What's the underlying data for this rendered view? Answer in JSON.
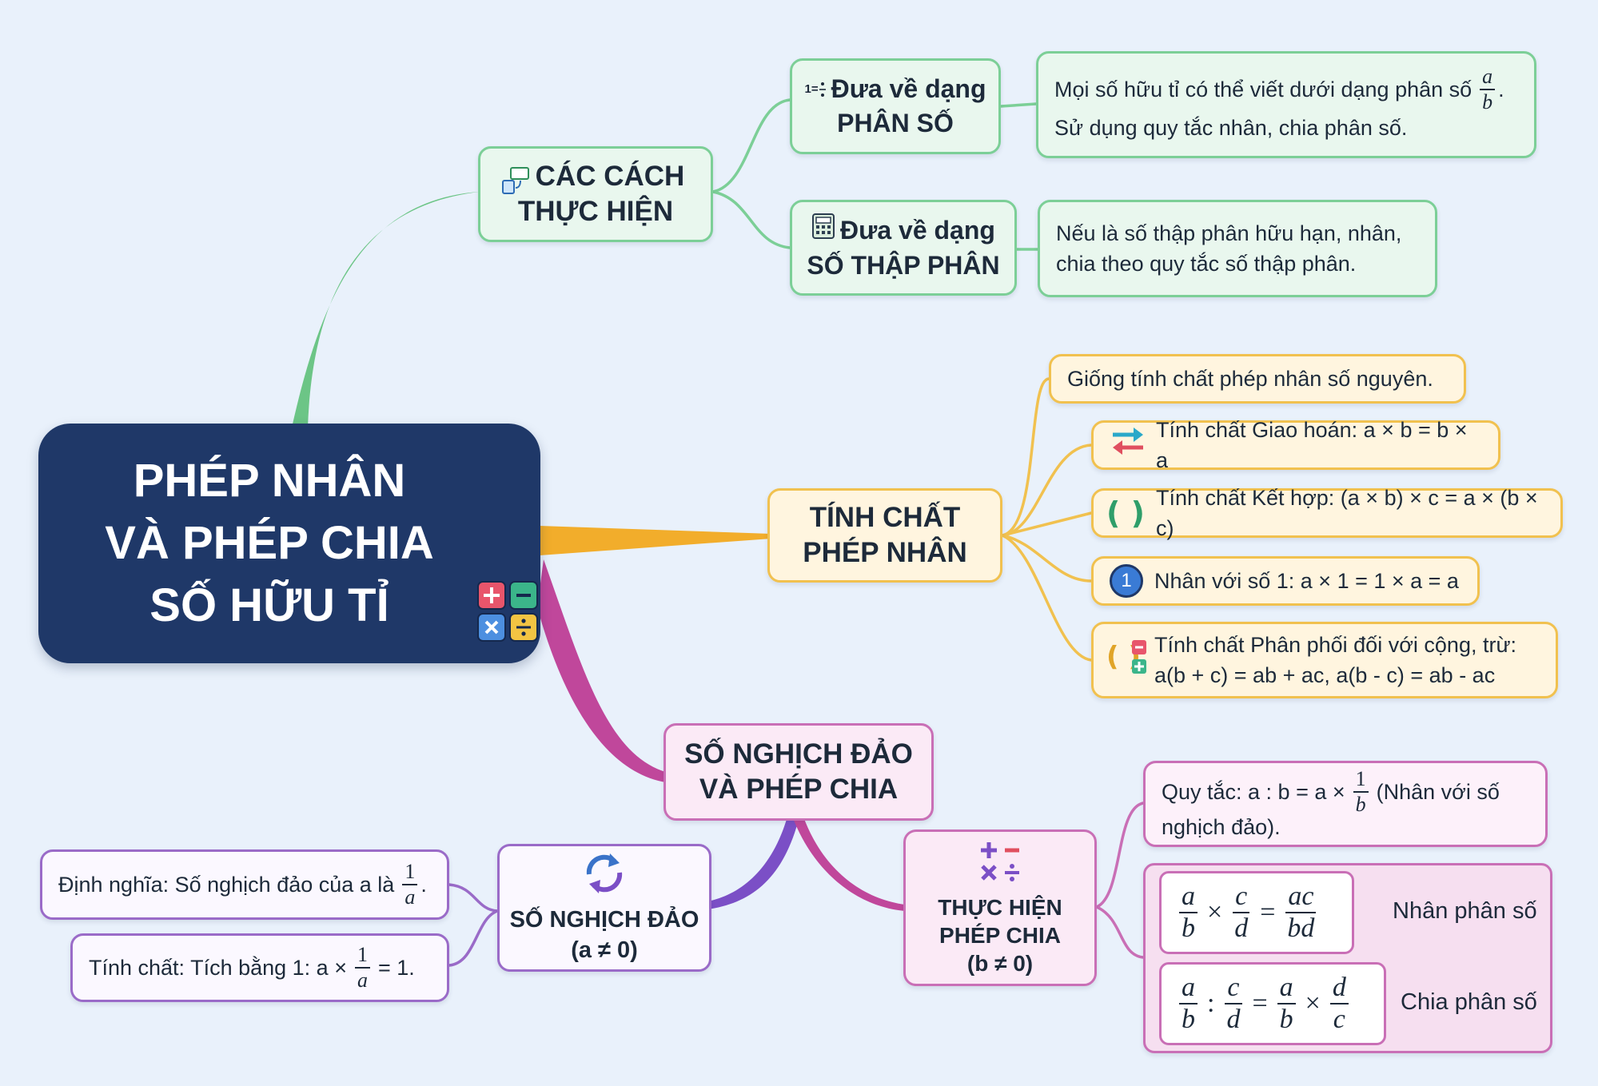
{
  "colors": {
    "background": "#e9f1fb",
    "title_bg": "#1f3868",
    "branch_green": "#6cc586",
    "branch_orange": "#f2ad2b",
    "branch_magenta": "#c0479b",
    "branch_violet": "#7b4fc6"
  },
  "title": {
    "lines": [
      "PHÉP NHÂN",
      "VÀ PHÉP CHIA",
      "SỐ HỮU TỈ"
    ],
    "icon": "calculator-operations-icon"
  },
  "methods": {
    "hub": [
      "CÁC CÁCH",
      "THỰC HIỆN"
    ],
    "hub_icon": "conversion-icon",
    "fraction": {
      "title": [
        "Đưa về dạng",
        "PHÂN SỐ"
      ],
      "icon": "fraction-icon",
      "icon_text": "1=",
      "desc_line1": "Mọi số hữu tỉ có thể viết dưới dạng phân số",
      "desc_frac_num": "a",
      "desc_frac_den": "b",
      "desc_line1_end": ".",
      "desc_line2": "Sử dụng quy tắc nhân, chia phân số."
    },
    "decimal": {
      "title": [
        "Đưa về dạng",
        "SỐ THẬP PHÂN"
      ],
      "icon": "calculator-icon",
      "desc": [
        "Nếu là số thập phân hữu hạn, nhân,",
        "chia theo quy tắc số thập phân."
      ]
    }
  },
  "properties": {
    "hub": [
      "TÍNH CHẤT",
      "PHÉP NHÂN"
    ],
    "items": [
      {
        "icon": "",
        "text": "Giống tính chất phép nhân số nguyên."
      },
      {
        "icon": "swap-arrows-icon",
        "text": "Tính chất Giao hoán: a × b = b × a"
      },
      {
        "icon": "parentheses-icon",
        "text": "Tính chất Kết hợp: (a × b) × c = a × (b × c)"
      },
      {
        "icon": "number-one-icon",
        "icon_text": "1",
        "text": "Nhân với số 1: a × 1 = 1 × a = a"
      },
      {
        "icon": "distributive-icon",
        "text": "Tính chất Phân phối đối với cộng, trừ:",
        "text2": "a(b + c) = ab + ac, a(b - c) = ab - ac"
      }
    ]
  },
  "inverse": {
    "hub": [
      "SỐ NGHỊCH ĐẢO",
      "VÀ PHÉP CHIA"
    ],
    "reciprocal": {
      "title": [
        "SỐ NGHỊCH ĐẢO",
        "(a ≠ 0)"
      ],
      "icon": "cycle-arrows-icon",
      "definition": {
        "prefix": "Định nghĩa: Số nghịch đảo của a là",
        "num": "1",
        "den": "a",
        "suffix": "."
      },
      "property": {
        "prefix": "Tính chất: Tích bằng 1: a ×",
        "num": "1",
        "den": "a",
        "suffix": "= 1."
      }
    },
    "division": {
      "title": [
        "THỰC HIỆN",
        "PHÉP CHIA",
        "(b ≠ 0)"
      ],
      "icon": "operations-icon",
      "rule": {
        "prefix": "Quy tắc: a : b = a ×",
        "num": "1",
        "den": "b",
        "suffix": "(Nhân với số",
        "line2": "nghịch đảo)."
      },
      "multiply": {
        "label": "Nhân phân số",
        "a": "a",
        "b": "b",
        "c": "c",
        "d": "d",
        "rn": "ac",
        "rd": "bd",
        "op1": "×",
        "eq": "="
      },
      "divide": {
        "label": "Chia phân số",
        "a": "a",
        "b": "b",
        "c": "c",
        "d": "d",
        "rn1": "a",
        "rd1": "b",
        "rn2": "d",
        "rd2": "c",
        "op1": ":",
        "eq": "=",
        "op2": "×"
      }
    }
  }
}
